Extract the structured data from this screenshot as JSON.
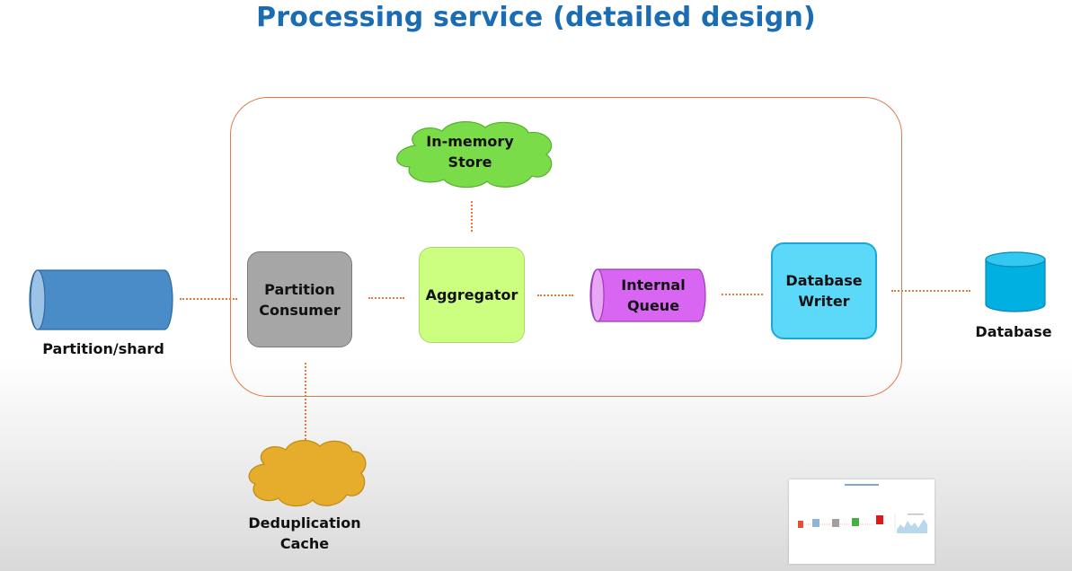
{
  "title": "Processing service (detailed design)",
  "nodes": {
    "partition_shard": "Partition/shard",
    "partition_consumer": "Partition\nConsumer",
    "aggregator": "Aggregator",
    "internal_queue": "Internal\nQueue",
    "database_writer": "Database\nWriter",
    "database": "Database",
    "in_memory_store": "In-memory\nStore",
    "deduplication_cache": "Deduplication\nCache"
  },
  "colors": {
    "title": "#1b6db3",
    "frame": "#e07a4a",
    "connector": "#e8773a",
    "partition_shard": "#4a8cc8",
    "partition_consumer": "#a6a6a6",
    "aggregator": "#ccff80",
    "internal_queue": "#d966f2",
    "database_writer": "#5cd8f8",
    "database": "#00b0e0",
    "in_memory_store": "#7bdc4a",
    "deduplication_cache": "#e6ad2c"
  },
  "icons": {
    "partition_shard": "horizontal-cylinder-icon",
    "internal_queue": "horizontal-cylinder-icon",
    "database": "vertical-cylinder-icon",
    "in_memory_store": "cloud-icon",
    "deduplication_cache": "cloud-icon"
  }
}
